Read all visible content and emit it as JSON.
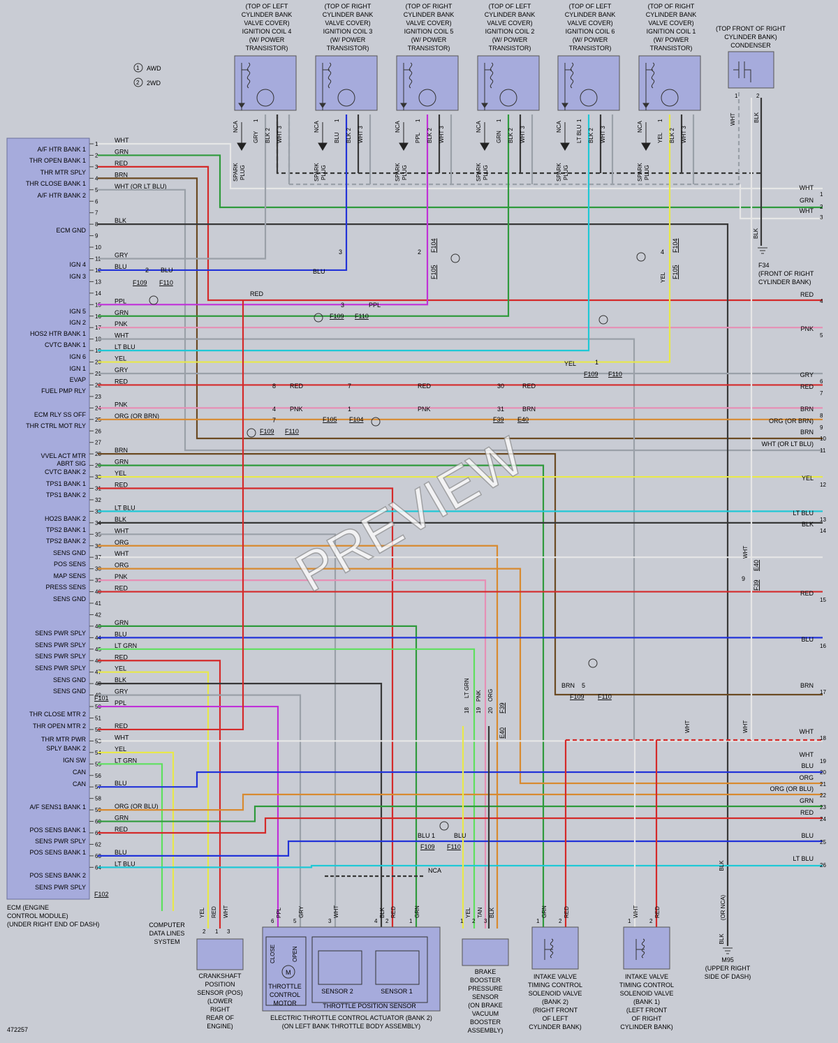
{
  "watermark": "PREVIEW",
  "figure_id": "472257",
  "legend": {
    "awd": "AWD",
    "twowd": "2WD",
    "n1": "1",
    "n2": "2"
  },
  "ecm": {
    "title_lines": [
      "ECM (ENGINE",
      "CONTROL MODULE)",
      "(UNDER RIGHT END OF DASH)"
    ],
    "labels": [
      "A/F HTR BANK 1",
      "THR OPEN BANK 1",
      "THR MTR SPLY",
      "THR CLOSE BANK 1",
      "A/F HTR BANK 2",
      "ECM GND",
      "IGN 4",
      "IGN 3",
      "IGN 5",
      "IGN 2",
      "HOS2 HTR BANK 1",
      "CVTC BANK 1",
      "IGN 6",
      "IGN 1",
      "EVAP",
      "FUEL PMP RLY",
      "ECM RLY SS OFF",
      "THR CTRL MOT RLY",
      "VVEL ACT MTR",
      "ABRT SIG",
      "CVTC BANK 2",
      "TPS1 BANK 1",
      "TPS1 BANK 2",
      "HO2S BANK 2",
      "TPS2 BANK 1",
      "TPS2 BANK 2",
      "SENS GND",
      "POS SENS",
      "MAP SENS",
      "PRESS SENS",
      "SENS GND",
      "SENS PWR SPLY",
      "SENS PWR SPLY",
      "SENS PWR SPLY",
      "SENS PWR SPLY",
      "SENS GND",
      "SENS GND",
      "THR CLOSE MTR 2",
      "THR OPEN MTR 2",
      "THR MTR PWR",
      "SPLY BANK 2",
      "IGN SW",
      "CAN",
      "CAN",
      "A/F SENS1 BANK 1",
      "POS SENS BANK 1",
      "SENS PWR SPLY",
      "POS SENS BANK 1",
      "POS SENS BANK 2",
      "SENS PWR SPLY"
    ],
    "pins": [
      {
        "n": "1",
        "c": "WHT"
      },
      {
        "n": "2",
        "c": "GRN"
      },
      {
        "n": "3",
        "c": "RED"
      },
      {
        "n": "4",
        "c": "BRN"
      },
      {
        "n": "5",
        "c": "WHT   (OR LT BLU)"
      },
      {
        "n": "6",
        "c": ""
      },
      {
        "n": "7",
        "c": ""
      },
      {
        "n": "8",
        "c": "BLK"
      },
      {
        "n": "9",
        "c": ""
      },
      {
        "n": "10",
        "c": ""
      },
      {
        "n": "11",
        "c": "GRY"
      },
      {
        "n": "12",
        "c": "BLU"
      },
      {
        "n": "13",
        "c": ""
      },
      {
        "n": "14",
        "c": ""
      },
      {
        "n": "15",
        "c": "PPL"
      },
      {
        "n": "16",
        "c": "GRN"
      },
      {
        "n": "17",
        "c": "PNK"
      },
      {
        "n": "18",
        "c": "WHT"
      },
      {
        "n": "19",
        "c": "LT BLU"
      },
      {
        "n": "20",
        "c": "YEL"
      },
      {
        "n": "21",
        "c": "GRY"
      },
      {
        "n": "22",
        "c": "RED"
      },
      {
        "n": "23",
        "c": ""
      },
      {
        "n": "24",
        "c": "PNK"
      },
      {
        "n": "25",
        "c": "ORG   (OR BRN)"
      },
      {
        "n": "26",
        "c": ""
      },
      {
        "n": "27",
        "c": ""
      },
      {
        "n": "28",
        "c": "BRN"
      },
      {
        "n": "29",
        "c": "GRN"
      },
      {
        "n": "30",
        "c": "YEL"
      },
      {
        "n": "31",
        "c": "RED"
      },
      {
        "n": "32",
        "c": ""
      },
      {
        "n": "33",
        "c": "LT BLU"
      },
      {
        "n": "34",
        "c": "BLK"
      },
      {
        "n": "35",
        "c": "WHT"
      },
      {
        "n": "36",
        "c": "ORG"
      },
      {
        "n": "37",
        "c": "WHT"
      },
      {
        "n": "38",
        "c": "ORG"
      },
      {
        "n": "39",
        "c": "PNK"
      },
      {
        "n": "40",
        "c": "RED"
      },
      {
        "n": "41",
        "c": ""
      },
      {
        "n": "42",
        "c": ""
      },
      {
        "n": "43",
        "c": "GRN"
      },
      {
        "n": "44",
        "c": "BLU"
      },
      {
        "n": "45",
        "c": "LT GRN"
      },
      {
        "n": "46",
        "c": "RED"
      },
      {
        "n": "47",
        "c": "YEL"
      },
      {
        "n": "48",
        "c": "BLK"
      },
      {
        "n": "49",
        "c": "GRY"
      },
      {
        "n": "50",
        "c": "PPL"
      },
      {
        "n": "51",
        "c": ""
      },
      {
        "n": "52",
        "c": "RED"
      },
      {
        "n": "53",
        "c": "WHT"
      },
      {
        "n": "54",
        "c": "YEL"
      },
      {
        "n": "55",
        "c": "LT GRN"
      },
      {
        "n": "56",
        "c": ""
      },
      {
        "n": "57",
        "c": "BLU"
      },
      {
        "n": "58",
        "c": ""
      },
      {
        "n": "59",
        "c": "ORG  (OR BLU)"
      },
      {
        "n": "60",
        "c": "GRN"
      },
      {
        "n": "61",
        "c": "RED"
      },
      {
        "n": "62",
        "c": ""
      },
      {
        "n": "63",
        "c": "BLU"
      },
      {
        "n": "64",
        "c": "LT BLU"
      }
    ],
    "conn_f101": "F101",
    "conn_f102": "F102"
  },
  "coils": [
    {
      "lines": [
        "(TOP OF LEFT",
        "CYLINDER BANK",
        "VALVE COVER)",
        "IGNITION COIL 4",
        "(W/ POWER",
        "TRANSISTOR)"
      ],
      "wire": "GRY"
    },
    {
      "lines": [
        "(TOP OF RIGHT",
        "CYLINDER BANK",
        "VALVE COVER)",
        "IGNITION COIL 3",
        "(W/ POWER",
        "TRANSISTOR)"
      ],
      "wire": "BLU"
    },
    {
      "lines": [
        "(TOP OF RIGHT",
        "CYLINDER BANK",
        "VALVE COVER)",
        "IGNITION COIL 5",
        "(W/ POWER",
        "TRANSISTOR)"
      ],
      "wire": "PPL"
    },
    {
      "lines": [
        "(TOP OF LEFT",
        "CYLINDER BANK",
        "VALVE COVER)",
        "IGNITION COIL 2",
        "(W/ POWER",
        "TRANSISTOR)"
      ],
      "wire": "GRN"
    },
    {
      "lines": [
        "(TOP OF LEFT",
        "CYLINDER BANK",
        "VALVE COVER)",
        "IGNITION COIL 6",
        "(W/ POWER",
        "TRANSISTOR)"
      ],
      "wire": "LT BLU"
    },
    {
      "lines": [
        "(TOP OF RIGHT",
        "CYLINDER BANK",
        "VALVE COVER)",
        "IGNITION COIL 1",
        "(W/ POWER",
        "TRANSISTOR)"
      ],
      "wire": "YEL"
    }
  ],
  "coil_common": {
    "nca": "NCA",
    "spark": "SPARK",
    "plug": "PLUG",
    "blk2": "BLK 2",
    "wht3": "WHT 3",
    "p1": "1"
  },
  "condenser": {
    "lines": [
      "(TOP FRONT OF RIGHT",
      "CYLINDER BANK)",
      "CONDENSER"
    ],
    "w1": "WHT",
    "w2": "BLK",
    "p1": "1",
    "p2": "2"
  },
  "ground_f34": {
    "id": "F34",
    "lines": [
      "(FRONT OF RIGHT",
      "CYLINDER BANK)"
    ]
  },
  "ground_m95": {
    "id": "M95",
    "lines": [
      "(UPPER RIGHT",
      "SIDE OF DASH)"
    ],
    "w1": "BLK",
    "w2": "(OR NCA)",
    "w3": "BLK"
  },
  "right_side": [
    {
      "n": "1",
      "c": "WHT"
    },
    {
      "n": "2",
      "c": "GRN"
    },
    {
      "n": "3",
      "c": "WHT"
    },
    {
      "n": "4",
      "c": "RED"
    },
    {
      "n": "5",
      "c": "PNK"
    },
    {
      "n": "6",
      "c": "GRY"
    },
    {
      "n": "7",
      "c": "RED"
    },
    {
      "n": "8",
      "c": "BRN"
    },
    {
      "n": "9",
      "c": "ORG   (OR BRN)"
    },
    {
      "n": "10",
      "c": "BRN"
    },
    {
      "n": "11",
      "c": "WHT   (OR LT BLU)"
    },
    {
      "n": "12",
      "c": "YEL"
    },
    {
      "n": "13",
      "c": "LT BLU"
    },
    {
      "n": "14",
      "c": "BLK"
    },
    {
      "n": "15",
      "c": "RED"
    },
    {
      "n": "16",
      "c": "BLU"
    },
    {
      "n": "17",
      "c": "BRN"
    },
    {
      "n": "18",
      "c": "WHT"
    },
    {
      "n": "19",
      "c": "WHT"
    },
    {
      "n": "20",
      "c": "BLU"
    },
    {
      "n": "21",
      "c": "ORG"
    },
    {
      "n": "22",
      "c": "ORG   (OR BLU)"
    },
    {
      "n": "23",
      "c": "GRN"
    },
    {
      "n": "24",
      "c": "RED"
    },
    {
      "n": "25",
      "c": "BLU"
    },
    {
      "n": "26",
      "c": "LT BLU"
    }
  ],
  "inline_labels": {
    "red14": "RED",
    "blu12": "BLU",
    "ppl15": "PPL",
    "yel20": "YEL",
    "red22": "RED",
    "red22b": "RED",
    "red22c": "RED",
    "pnk24": "PNK",
    "pnk24b": "PNK",
    "brn24": "BRN",
    "orgbrn": "(OR BRN)",
    "brn_low": "BRN",
    "blu1": "BLU 1",
    "blu1b": "BLU",
    "nca": "NCA",
    "wht_ca": "WHT",
    "wht_cb": "WHT",
    "blk_m": "BLK",
    "j18": "18",
    "j19": "19",
    "j20": "20",
    "lt_grn": "LT GRN",
    "pnk_v": "PNK",
    "org_v": "ORG",
    "f_blk": "BLK",
    "f_pin2": "2",
    "f_pin3": "3",
    "f_pin4": "4",
    "f_pin1": "1",
    "f_pin5": "5",
    "f_pin7": "7",
    "f_pin8": "8",
    "f_pin30": "30",
    "f_pin31": "31",
    "f_pin9": "9",
    "f_yel": "YEL",
    "f_wht": "WHT"
  },
  "connectors": {
    "F109": "F109",
    "F110": "F110",
    "F104": "F104",
    "F105": "F105",
    "F39": "F39",
    "E40": "E40"
  },
  "components": {
    "ckp": {
      "lines": [
        "CRANKSHAFT",
        "POSITION",
        "SENSOR (POS)",
        "(LOWER",
        "RIGHT",
        "REAR OF",
        "ENGINE)"
      ],
      "wires": [
        "YEL",
        "RED",
        "WHT"
      ],
      "pins": [
        "2",
        "1",
        "3"
      ]
    },
    "cds": {
      "lines": [
        "COMPUTER",
        "DATA LINES",
        "SYSTEM"
      ]
    },
    "etc": {
      "lines": [
        "ELECTRIC THROTTLE CONTROL ACTUATOR (BANK 2)",
        "(ON LEFT BANK THROTTLE BODY ASSEMBLY)"
      ],
      "wires": [
        "PPL",
        "GRY",
        "WHT",
        "BLK",
        "RED",
        "GRN"
      ],
      "pins": [
        "6",
        "5",
        "3",
        "4",
        "2",
        "1"
      ],
      "close": "CLOSE",
      "open": "OPEN",
      "motor_label": [
        "THROTTLE",
        "CONTROL",
        "MOTOR"
      ],
      "sensor2": "SENSOR 2",
      "sensor1": "SENSOR 1",
      "tps": "THROTTLE POSITION SENSOR",
      "m": "M"
    },
    "bbps": {
      "lines": [
        "BRAKE",
        "BOOSTER",
        "PRESSURE",
        "SENSOR",
        "(ON BRAKE",
        "VACUUM",
        "BOOSTER",
        "ASSEMBLY)"
      ],
      "wires": [
        "YEL",
        "TAN",
        "BLK"
      ],
      "pins": [
        "1",
        "2",
        "3"
      ]
    },
    "ivt2": {
      "lines": [
        "INTAKE VALVE",
        "TIMING CONTROL",
        "SOLENOID VALVE",
        "(BANK 2)",
        "(RIGHT FRONT",
        "OF LEFT",
        "CYLINDER BANK)"
      ],
      "wires": [
        "GRN",
        "RED"
      ],
      "pins": [
        "1",
        "2"
      ]
    },
    "ivt1": {
      "lines": [
        "INTAKE VALVE",
        "TIMING CONTROL",
        "SOLENOID VALVE",
        "(BANK 1)",
        "(LEFT FRONT",
        "OF RIGHT",
        "CYLINDER BANK)"
      ],
      "wires": [
        "WHT",
        "RED"
      ],
      "pins": [
        "1",
        "2"
      ]
    }
  },
  "wire_colors": {
    "WHT": "#e6e6e6",
    "GRN": "#2f9a3c",
    "RED": "#d42a2a",
    "BRN": "#6b4a22",
    "LTBLU": "#1fc8d6",
    "BLK": "#383838",
    "GRY": "#9aa0a8",
    "BLU": "#2233d8",
    "PPL": "#c030d8",
    "PNK": "#e68fb5",
    "YEL": "#e8e84a",
    "ORG": "#d88a30",
    "LTGRN": "#5ee05e",
    "TAN": "#c8b07a"
  }
}
